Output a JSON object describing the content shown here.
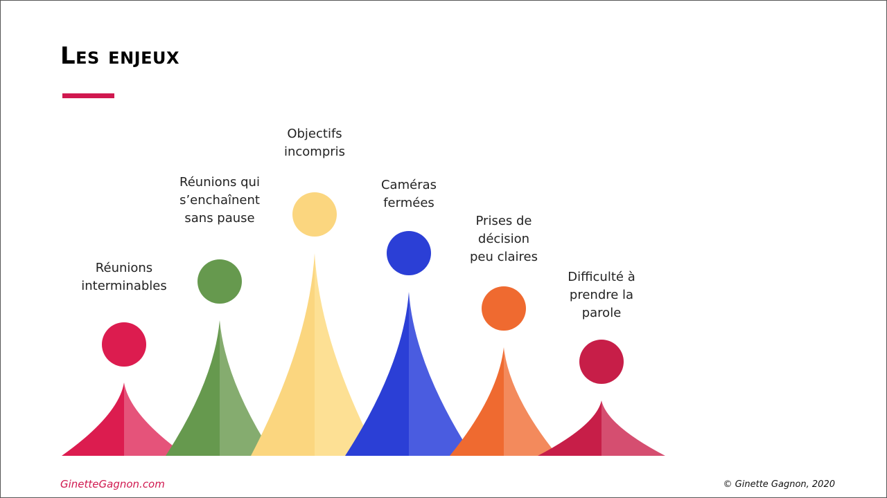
{
  "slide": {
    "title": "Les enjeux",
    "footer_left": "GinetteGagnon.com",
    "footer_right": "© Ginette Gagnon, 2020"
  },
  "colors": {
    "title_accent": "#d0184f",
    "text": "#222222"
  },
  "peaks": [
    {
      "label_lines": [
        "Réunions",
        "interminables"
      ],
      "color": "#dc1c4f",
      "light": "#e5537a"
    },
    {
      "label_lines": [
        "Réunions qui",
        "s’enchaînent",
        "sans pause"
      ],
      "color": "#66994e",
      "light": "#85ac6f"
    },
    {
      "label_lines": [
        "Objectifs",
        "incompris"
      ],
      "color": "#fbd67f",
      "light": "#fde094"
    },
    {
      "label_lines": [
        "Caméras",
        "fermées"
      ],
      "color": "#2b3fd6",
      "light": "#4a5ce0"
    },
    {
      "label_lines": [
        "Prises de",
        "décision",
        "peu claires"
      ],
      "color": "#ef6a30",
      "light": "#f38a5c"
    },
    {
      "label_lines": [
        "Difficulté à",
        "prendre la",
        "parole"
      ],
      "color": "#c71e48",
      "light": "#d54e70"
    }
  ]
}
